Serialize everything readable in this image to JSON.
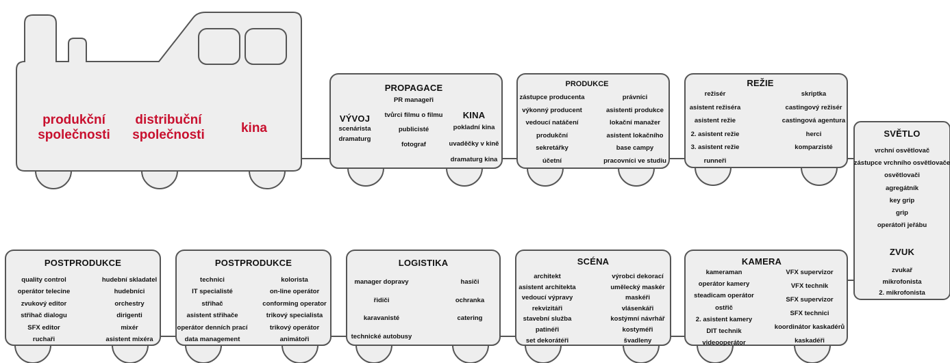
{
  "colors": {
    "accent": "#c8102e",
    "car_fill": "#eeeeee",
    "stroke": "#555555"
  },
  "locomotive": {
    "items": [
      "produkční\nspolečnosti",
      "distribuční\nspolečnosti",
      "kina"
    ]
  },
  "propagace": {
    "title": "PROPAGACE",
    "items": [
      "PR manageři",
      "tvůrci filmu o filmu",
      "publicisté",
      "fotograf"
    ],
    "vyvoj": {
      "title": "VÝVOJ",
      "items": [
        "scenárista",
        "dramaturg"
      ]
    },
    "kina": {
      "title": "KINA",
      "items": [
        "pokladní kina",
        "uvaděčky v kině",
        "dramaturg kina"
      ]
    }
  },
  "produkce": {
    "title": "PRODUKCE",
    "left": [
      "zástupce producenta",
      "výkonný producent",
      "vedoucí natáčení",
      "produkční",
      "sekretářky",
      "účetní"
    ],
    "right": [
      "právníci",
      "asistenti produkce",
      "lokační manažer",
      "asistent lokačního",
      "base campy",
      "pracovníci ve studiu"
    ]
  },
  "rezie": {
    "title": "REŽIE",
    "left": [
      "režisér",
      "asistent režiséra",
      "asistent režie",
      "2. asistent režie",
      "3. asistent režie",
      "runneři"
    ],
    "right": [
      "skriptka",
      "castingový režisér",
      "castingová agentura",
      "herci",
      "komparzisté"
    ]
  },
  "svetlo": {
    "title": "SVĚTLO",
    "items": [
      "vrchní osvětlovač",
      "zástupce vrchního osvětlovače",
      "osvětlovači",
      "agregátník",
      "key grip",
      "grip",
      "operátoři jeřábu"
    ]
  },
  "zvuk": {
    "title": "ZVUK",
    "items": [
      "zvukař",
      "mikrofonista",
      "2. mikrofonista"
    ]
  },
  "kamera": {
    "title": "KAMERA",
    "left": [
      "kameraman",
      "operátor kamery",
      "steadicam operátor",
      "ostřič",
      "2. asistent kamery",
      "DIT technik",
      "videooperátor"
    ],
    "right": [
      "VFX supervizor",
      "VFX technik",
      "SFX supervizor",
      "SFX technici",
      "koordinátor kaskadérů",
      "kaskadéři"
    ]
  },
  "scena": {
    "title": "SCÉNA",
    "left": [
      "architekt",
      "asistent architekta",
      "vedoucí výpravy",
      "rekvizitáři",
      "stavební služba",
      "patinéři",
      "set dekorátéři"
    ],
    "right": [
      "výrobci dekorací",
      "umělecký maskér",
      "maskéři",
      "vlásenkáři",
      "kostýmní návrhář",
      "kostyméři",
      "švadleny"
    ]
  },
  "logistika": {
    "title": "LOGISTIKA",
    "left": [
      "manager dopravy",
      "řidiči",
      "karavanisté",
      "technické autobusy"
    ],
    "right": [
      "hasiči",
      "ochranka",
      "catering"
    ]
  },
  "postprodukce2": {
    "title": "POSTPRODUKCE",
    "left": [
      "technici",
      "IT specialisté",
      "střihač",
      "asistent střihače",
      "operátor denních prací",
      "data management"
    ],
    "right": [
      "kolorista",
      "on-line operátor",
      "conforming operator",
      "trikový specialista",
      "trikový operátor",
      "animátoři"
    ]
  },
  "postprodukce1": {
    "title": "POSTPRODUKCE",
    "left": [
      "quality control",
      "operátor telecine",
      "zvukový editor",
      "střihač dialogu",
      "SFX editor",
      "ruchaři"
    ],
    "right": [
      "hudební skladatel",
      "hudebníci",
      "orchestry",
      "dirigenti",
      "mixér",
      "asistent mixéra"
    ]
  }
}
